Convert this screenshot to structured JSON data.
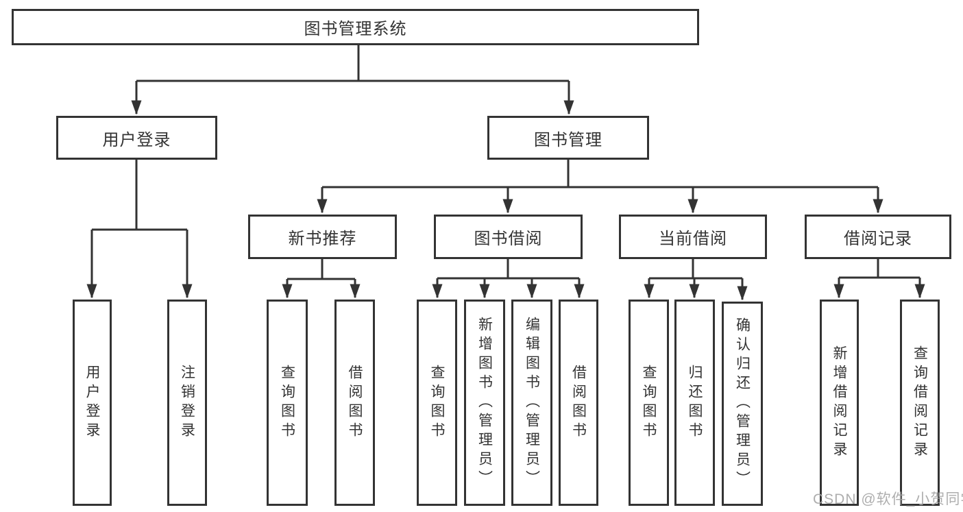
{
  "diagram": {
    "type": "tree",
    "root": {
      "label": "图书管理系统",
      "children": [
        {
          "label": "用户登录",
          "children": [
            {
              "label": "用户登录"
            },
            {
              "label": "注销登录"
            }
          ]
        },
        {
          "label": "图书管理",
          "children": [
            {
              "label": "新书推荐",
              "children": [
                {
                  "label": "查询图书"
                },
                {
                  "label": "借阅图书"
                }
              ]
            },
            {
              "label": "图书借阅",
              "children": [
                {
                  "label": "查询图书"
                },
                {
                  "label": "新增图书（管理员）"
                },
                {
                  "label": "编辑图书（管理员）"
                },
                {
                  "label": "借阅图书"
                }
              ]
            },
            {
              "label": "当前借阅",
              "children": [
                {
                  "label": "查询图书"
                },
                {
                  "label": "归还图书"
                },
                {
                  "label": "确认归还（管理员）"
                }
              ]
            },
            {
              "label": "借阅记录",
              "children": [
                {
                  "label": "新增借阅记录"
                },
                {
                  "label": "查询借阅记录"
                }
              ]
            }
          ]
        }
      ]
    },
    "watermark": "CSDN @软件_小贺同学",
    "colors": {
      "line": "#333333",
      "box_border": "#333333",
      "text": "#333333",
      "watermark": "#a6a6a6",
      "background": "#ffffff"
    }
  }
}
